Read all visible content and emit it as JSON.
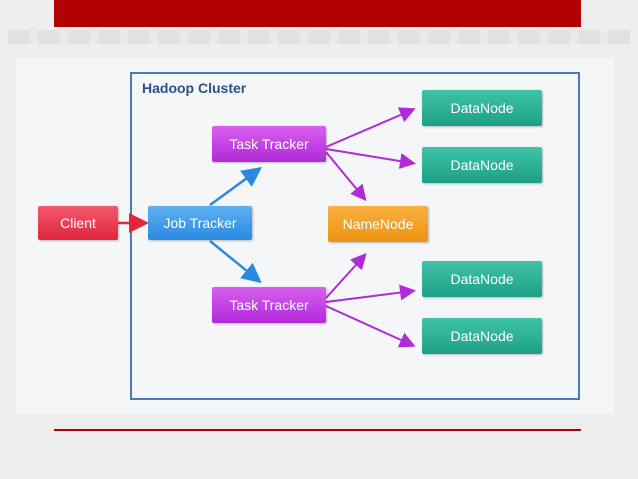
{
  "diagram": {
    "cluster_title": "Hadoop Cluster",
    "nodes": {
      "client": "Client",
      "job_tracker": "Job Tracker",
      "task_tracker_top": "Task Tracker",
      "task_tracker_bottom": "Task Tracker",
      "name_node": "NameNode",
      "data_node_1": "DataNode",
      "data_node_2": "DataNode",
      "data_node_3": "DataNode",
      "data_node_4": "DataNode"
    },
    "colors": {
      "slide_accent": "#b30000",
      "cluster_border": "#4a78b8",
      "client": "#e0263c",
      "job_tracker": "#2b8ae0",
      "task_tracker": "#b02ad8",
      "name_node": "#ee9410",
      "data_node": "#1ea086"
    }
  }
}
